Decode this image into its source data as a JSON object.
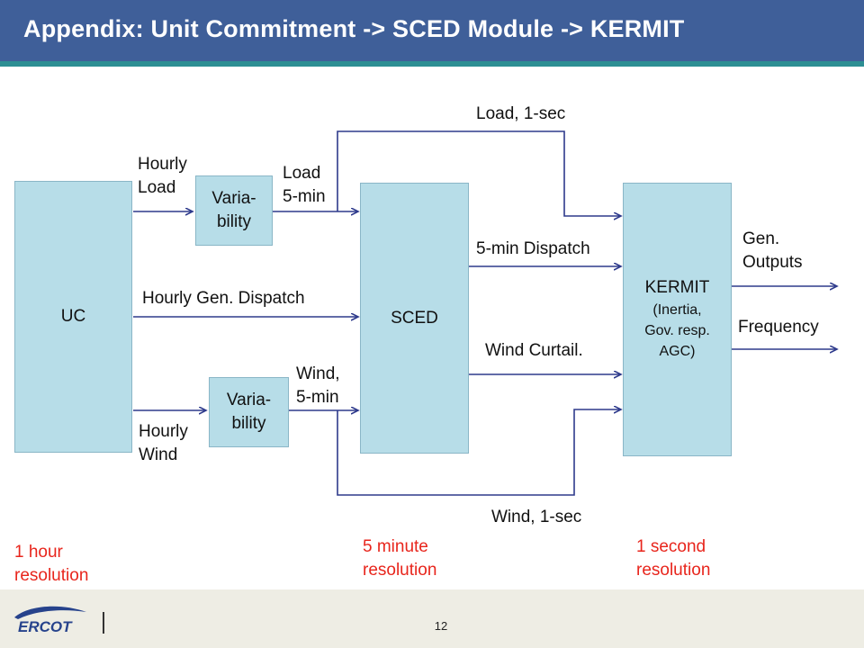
{
  "slide": {
    "title": "Appendix: Unit Commitment -> SCED Module -> KERMIT",
    "page_number": "12"
  },
  "blocks": {
    "uc": "UC",
    "var_load": "Varia-bility",
    "var_wind": "Varia-bility",
    "sced": "SCED",
    "kermit_title": "KERMIT",
    "kermit_line1": "(Inertia,",
    "kermit_line2": "Gov. resp.",
    "kermit_line3": "AGC)"
  },
  "labels": {
    "hourly_load_1": "Hourly",
    "hourly_load_2": "Load",
    "hourly_gen": "Hourly Gen. Dispatch",
    "hourly_wind_1": "Hourly",
    "hourly_wind_2": "Wind",
    "load_5min_1": "Load",
    "load_5min_2": "5-min",
    "wind_5min_1": "Wind,",
    "wind_5min_2": "5-min",
    "load_1sec": "Load, 1-sec",
    "dispatch_5min": "5-min Dispatch",
    "wind_curtail": "Wind Curtail.",
    "wind_1sec": "Wind, 1-sec",
    "gen_outputs_1": "Gen.",
    "gen_outputs_2": "Outputs",
    "frequency": "Frequency"
  },
  "resolutions": {
    "hour_1": "1 hour",
    "hour_2": "resolution",
    "minute_1": "5 minute",
    "minute_2": "resolution",
    "second_1": "1 second",
    "second_2": "resolution"
  },
  "logo": {
    "text": "ERCOT"
  },
  "colors": {
    "header": "#3f5f99",
    "stripe": "#2d8f93",
    "box_fill": "#b7dde8",
    "arrow": "#2e3a8c",
    "resolution_text": "#e8251c"
  }
}
